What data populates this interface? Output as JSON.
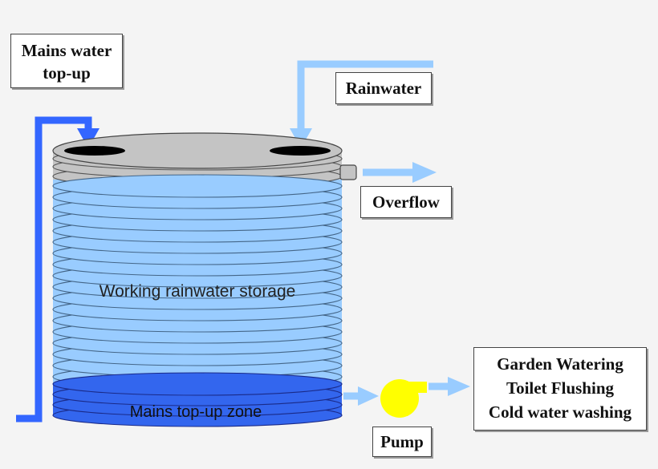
{
  "labels": {
    "mains_water_top_up": [
      "Mains water",
      "top-up"
    ],
    "rainwater": "Rainwater",
    "overflow": "Overflow",
    "pump": "Pump",
    "uses": [
      "Garden Watering",
      "Toilet Flushing",
      "Cold water washing"
    ]
  },
  "zones": {
    "working_storage": "Working rainwater storage",
    "mains_zone": "Mains top-up zone"
  },
  "colors": {
    "background": "#f4f4f4",
    "lid": "#c4c4c4",
    "working_water": "#99ccff",
    "mains_zone": "#3366ee",
    "mains_pipe": "#3366ff",
    "rain_pipe": "#99ccff",
    "pump": "#ffff00"
  }
}
